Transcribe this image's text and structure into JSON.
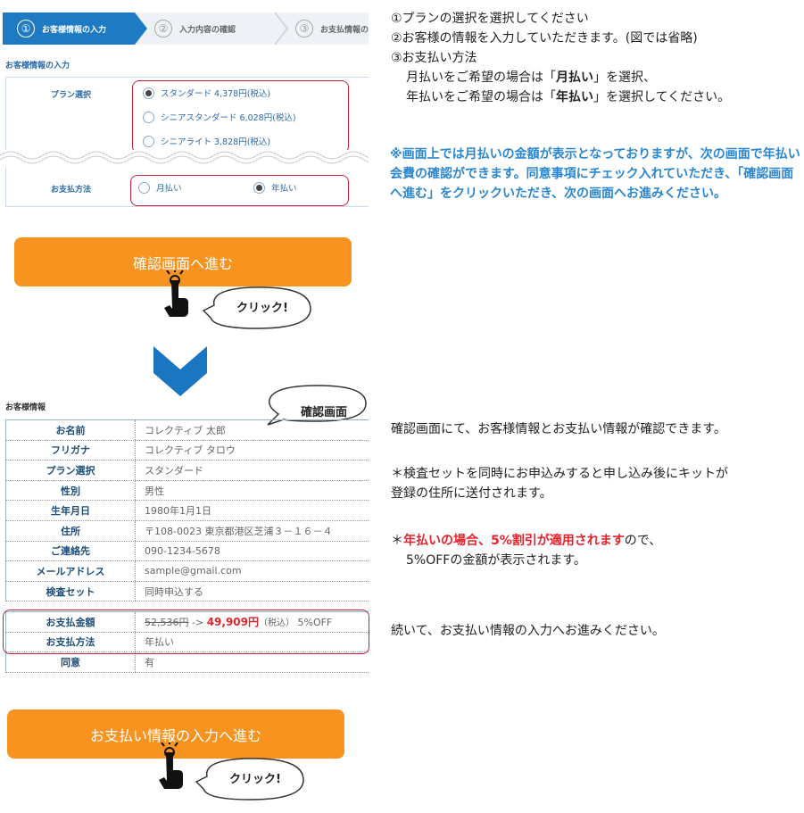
{
  "stepper": {
    "steps": [
      {
        "number": "①",
        "label": "お客様情報の入力"
      },
      {
        "number": "②",
        "label": "入力内容の確認"
      },
      {
        "number": "③",
        "label": "お支払情報の"
      }
    ],
    "active_color": "#1e7bc3"
  },
  "form": {
    "section_title": "お客様情報の入力",
    "plan_label": "プラン選択",
    "plans": [
      {
        "label": "スタンダード 4,378円(税込)",
        "selected": true
      },
      {
        "label": "シニアスタンダード 6,028円(税込)",
        "selected": false
      },
      {
        "label": "シニアライト 3,828円(税込)",
        "selected": false
      }
    ],
    "payment_label": "お支払方法",
    "payment_options": [
      {
        "label": "月払い",
        "selected": false
      },
      {
        "label": "年払い",
        "selected": true
      }
    ]
  },
  "buttons": {
    "confirm": "確認画面へ進む",
    "payment_entry": "お支払い情報の入力へ進む",
    "click_bubble": "クリック!",
    "accent_color": "#f7931e"
  },
  "confirm_screen": {
    "bubble": "確認画面",
    "section_title": "お客様情報",
    "rows": [
      {
        "k": "お名前",
        "v": "コレクティブ 太郎"
      },
      {
        "k": "フリガナ",
        "v": "コレクティブ タロウ"
      },
      {
        "k": "プラン選択",
        "v": "スタンダード"
      },
      {
        "k": "性別",
        "v": "男性"
      },
      {
        "k": "生年月日",
        "v": "1980年1月1日"
      },
      {
        "k": "住所",
        "v": "〒108-0023 東京都港区芝浦３－１６－４"
      },
      {
        "k": "ご連絡先",
        "v": "090-1234-5678"
      },
      {
        "k": "メールアドレス",
        "v": "sample@gmail.com"
      },
      {
        "k": "検査セット",
        "v": "同時申込する"
      }
    ],
    "amount": {
      "label": "お支払金額",
      "old": "52,536円",
      "arrow": " -> ",
      "new": "49,909円",
      "tax": "（税込）",
      "discount": "5%OFF"
    },
    "method": {
      "label": "お支払方法",
      "v": "年払い"
    },
    "agree": {
      "label": "同意",
      "v": "有"
    }
  },
  "notes": {
    "line1": "①プランの選択を選択してください",
    "line2": "②お客様の情報を入力していただきます。(図では省略)",
    "line3": "③お支払い方法",
    "monthly_pre": "月払いをご希望の場合は「",
    "monthly_key": "月払い",
    "monthly_post": "」を選択、",
    "yearly_pre": "年払いをご希望の場合は「",
    "yearly_key": "年払い",
    "yearly_post": "」を選択してください。",
    "blue_note": "※画面上では月払いの金額が表示となっておりますが、次の画面で年払い会費の確認ができます。同意事項にチェック入れていただき、「確認画面へ進む」をクリックいただき、次の画面へお進みください。",
    "confirm_line": "確認画面にて、お客様情報とお支払い情報が確認できます。",
    "kit_line1": "＊検査セットを同時にお申込みすると申し込み後にキットが",
    "kit_line2": "登録の住所に送付されます。",
    "discount_pre": "＊",
    "discount_red": "年払いの場合、5%割引が適用されます",
    "discount_post": "ので、",
    "discount_line2": "5%OFFの金額が表示されます。",
    "next_line": "続いて、お支払い情報の入力へお進みください。"
  }
}
